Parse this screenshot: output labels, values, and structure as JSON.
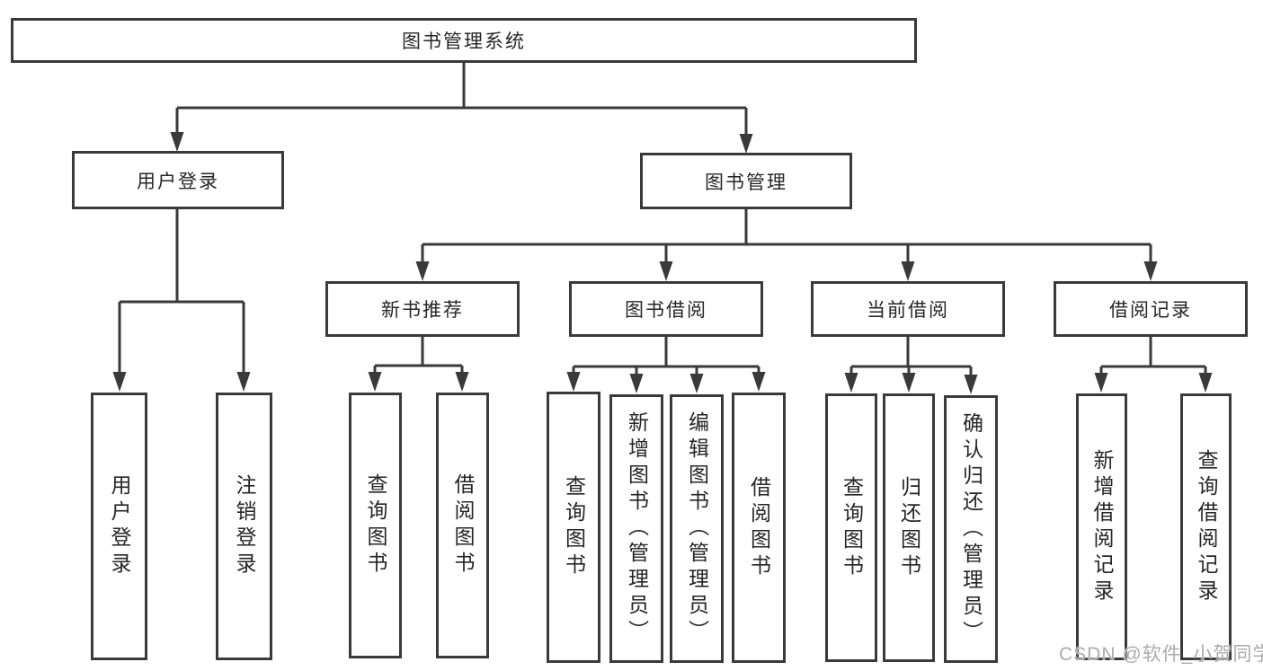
{
  "diagram": {
    "title": "图书管理系统",
    "branches": [
      {
        "label": "用户登录",
        "children": [
          {
            "label": "用户登录"
          },
          {
            "label": "注销登录"
          }
        ]
      },
      {
        "label": "图书管理",
        "children": [
          {
            "label": "新书推荐",
            "children": [
              {
                "label": "查询图书"
              },
              {
                "label": "借阅图书"
              }
            ]
          },
          {
            "label": "图书借阅",
            "children": [
              {
                "label": "查询图书"
              },
              {
                "label": "新增图书（管理员）"
              },
              {
                "label": "编辑图书（管理员）"
              },
              {
                "label": "借阅图书"
              }
            ]
          },
          {
            "label": "当前借阅",
            "children": [
              {
                "label": "查询图书"
              },
              {
                "label": "归还图书"
              },
              {
                "label": "确认归还（管理员）"
              }
            ]
          },
          {
            "label": "借阅记录",
            "children": [
              {
                "label": "新增借阅记录"
              },
              {
                "label": "查询借阅记录"
              }
            ]
          }
        ]
      }
    ]
  },
  "watermark": {
    "text": "CSDN @软件_小贺同学"
  },
  "colors": {
    "line": "#3a3a3a",
    "text": "#262626",
    "watermark": "#ababab",
    "background": "#ffffff"
  }
}
